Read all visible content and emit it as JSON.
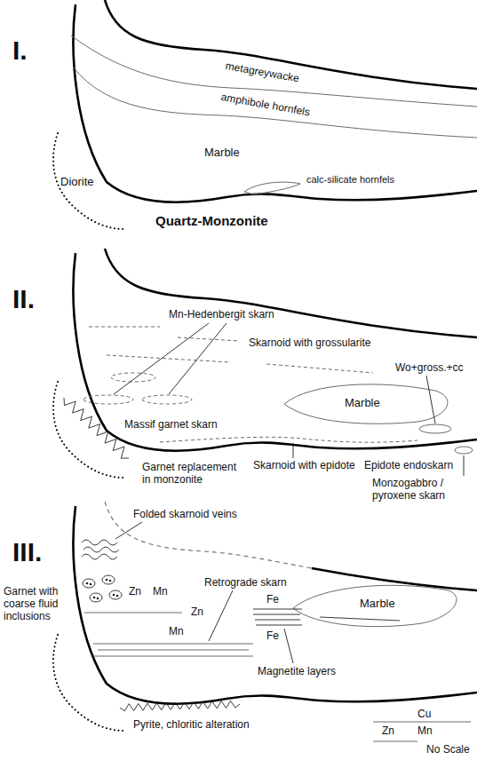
{
  "diagram": {
    "labels": [
      "I.",
      "metagreywacke",
      "amphibole hornfels",
      "Marble",
      "calc-silicate hornfels",
      "Diorite",
      "Quartz-Monzonite",
      "II.",
      "Mn-Hedenbergit skarn",
      "Skarnoid with grossularite",
      "Wo+gross.+cc",
      "Massif garnet skarn",
      "Marble",
      "Garnet replacement in monzonite",
      "Skarnoid with epidote",
      "Epidote endoskarn",
      "Monzogabbro / pyroxene skarn",
      "III.",
      "Folded skarnoid veins",
      "Garnet with coarse fluid inclusions",
      "Zn",
      "Mn",
      "Zn",
      "Mn",
      "Retrograde skarn",
      "Fe",
      "Marble",
      "Fe",
      "Magnetite layers",
      "Cu",
      "Zn",
      "Mn",
      "Pyrite, chloritic alteration",
      "No Scale"
    ]
  }
}
